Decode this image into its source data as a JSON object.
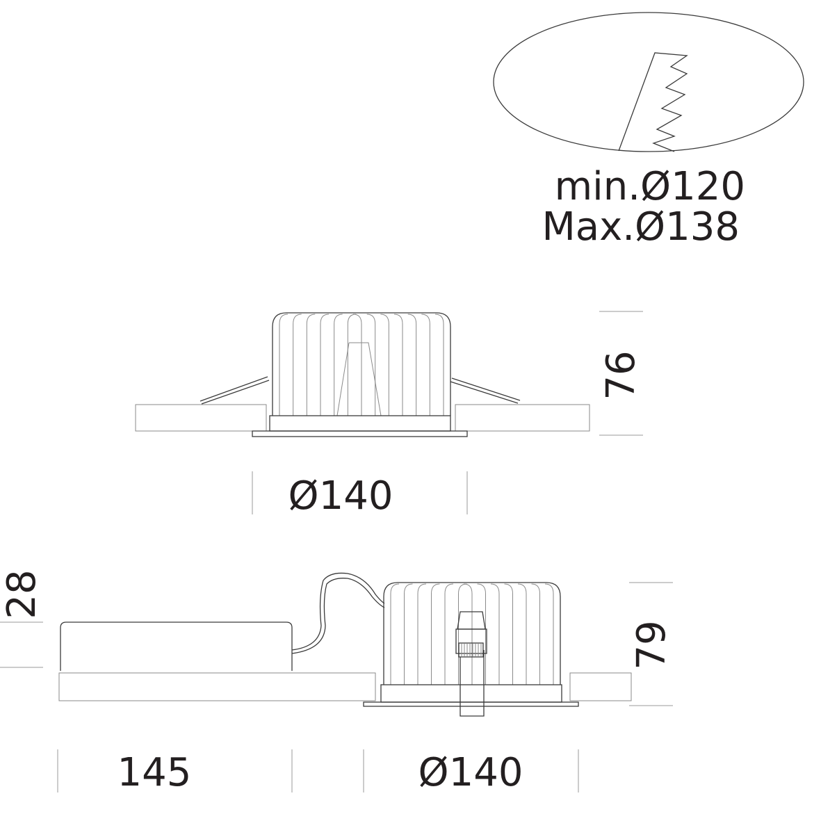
{
  "cutout": {
    "min_label": "min.Ø120",
    "max_label": "Max.Ø138"
  },
  "view_top": {
    "height_label": "76",
    "diameter_label": "Ø140"
  },
  "view_bottom": {
    "driver_height_label": "28",
    "height_label": "79",
    "driver_length_label": "145",
    "diameter_label": "Ø140"
  },
  "colors": {
    "line": "#3a3a3a",
    "dimension": "#9a9a9a",
    "text": "#231f20"
  }
}
